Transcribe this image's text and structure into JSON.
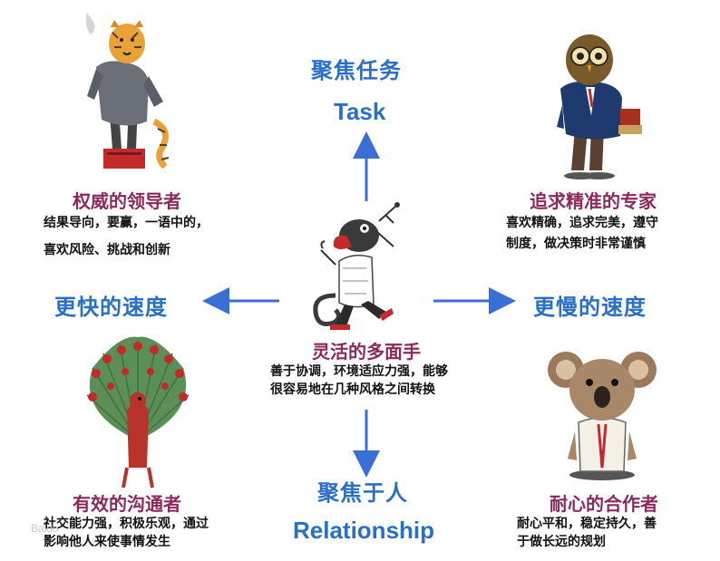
{
  "axes": {
    "top_cn": "聚焦任务",
    "top_en": "Task",
    "bottom_cn": "聚焦于人",
    "bottom_en": "Relationship",
    "left": "更快的速度",
    "right": "更慢的速度"
  },
  "roles": {
    "tiger": {
      "title": "权威的领导者",
      "line1": "结果导向，要赢，一语中的，",
      "line2": "喜欢风险、挑战和创新"
    },
    "owl": {
      "title": "追求精准的专家",
      "line1": "喜欢精确，追求完美，遵守",
      "line2": "制度，做决策时非常谨慎"
    },
    "chameleon": {
      "title": "灵活的多面手",
      "line1": "善于协调，环境适应力强，能够",
      "line2": "很容易地在几种风格之间转换"
    },
    "peacock": {
      "title": "有效的沟通者",
      "line1": "社交能力强，积极乐观，通过",
      "line2": "影响他人来使事情发生"
    },
    "koala": {
      "title": "耐心的合作者",
      "line1": "耐心平和，稳定持久，善",
      "line2": "于做长远的规划"
    }
  },
  "colors": {
    "axis_blue": "#2a6fc6",
    "title_maroon": "#8a2a5a",
    "arrow_blue": "#3a6fd8"
  },
  "icons": [
    "tiger-icon",
    "owl-icon",
    "chameleon-icon",
    "peacock-icon",
    "koala-icon"
  ]
}
